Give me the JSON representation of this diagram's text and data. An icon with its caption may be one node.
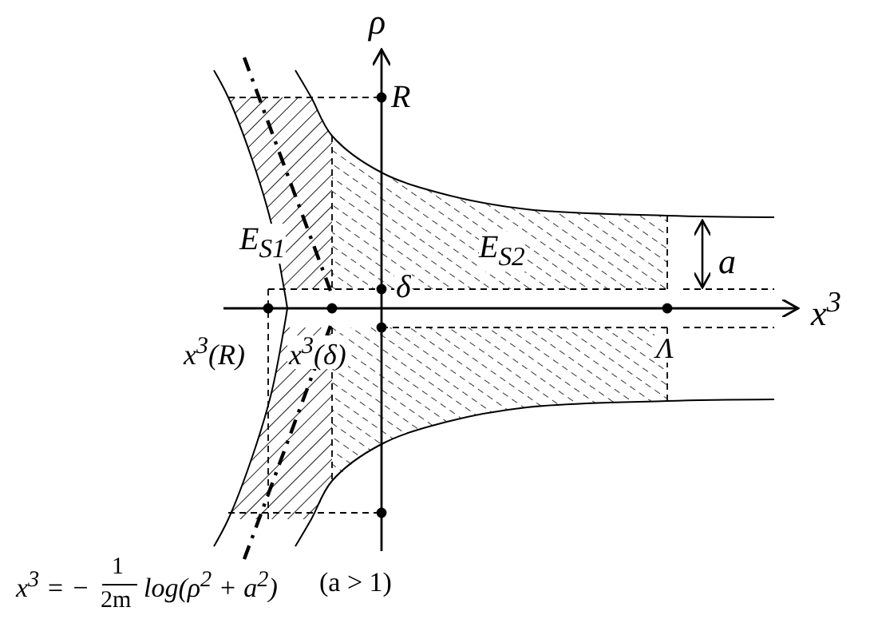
{
  "diagram": {
    "nodes": [
      {
        "text": [
          "E$_{S1}$"
        ]
      },
      {
        "text": [
          "E$_{S2}$"
        ]
      }
    ],
    "labels": [
      "ρ",
      "R",
      "δ",
      "a",
      "x$^{3}$",
      "x$^{3}$(R)",
      "x$^{3}$(δ)",
      "Λ",
      "x$^{3}$ = −",
      "1",
      "2m",
      "log(ρ$^{2}$ + a$^{2}$)",
      "(a > 1)"
    ]
  }
}
